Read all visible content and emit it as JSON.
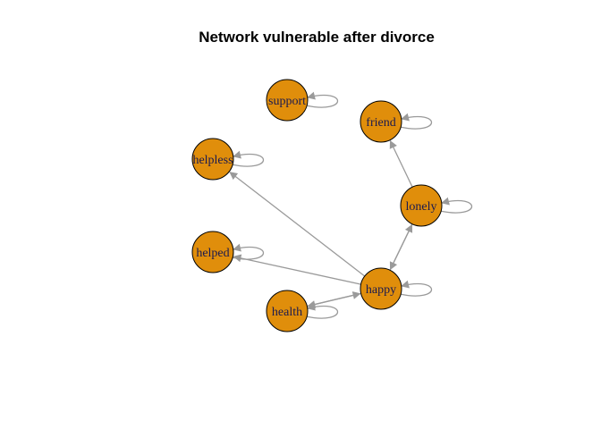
{
  "title": "Network vulnerable after divorce",
  "colors": {
    "node_fill": "#E08E0B",
    "node_stroke": "#000000",
    "edge": "#9a9a9a",
    "label": "#1a1a50"
  },
  "nodes": [
    {
      "id": "support",
      "label": "support"
    },
    {
      "id": "friend",
      "label": "friend"
    },
    {
      "id": "helpless",
      "label": "helpless"
    },
    {
      "id": "lonely",
      "label": "lonely"
    },
    {
      "id": "helped",
      "label": "helped"
    },
    {
      "id": "happy",
      "label": "happy"
    },
    {
      "id": "health",
      "label": "health"
    }
  ],
  "edges": [
    {
      "from": "support",
      "to": "support"
    },
    {
      "from": "friend",
      "to": "friend"
    },
    {
      "from": "helpless",
      "to": "helpless"
    },
    {
      "from": "lonely",
      "to": "lonely"
    },
    {
      "from": "helped",
      "to": "helped"
    },
    {
      "from": "happy",
      "to": "happy"
    },
    {
      "from": "health",
      "to": "health"
    },
    {
      "from": "lonely",
      "to": "friend"
    },
    {
      "from": "happy",
      "to": "lonely"
    },
    {
      "from": "lonely",
      "to": "happy"
    },
    {
      "from": "happy",
      "to": "helpless"
    },
    {
      "from": "happy",
      "to": "helped"
    },
    {
      "from": "happy",
      "to": "health"
    },
    {
      "from": "health",
      "to": "happy"
    }
  ]
}
